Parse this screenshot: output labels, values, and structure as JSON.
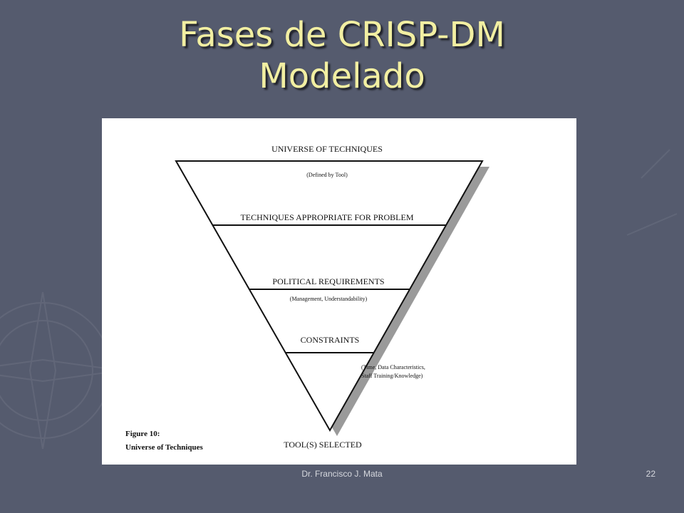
{
  "slide": {
    "title_line1": "Fases de CRISP-DM",
    "title_line2": "Modelado",
    "footer_author": "Dr. Francisco J. Mata",
    "page_number": "22",
    "colors": {
      "background": "#555b6e",
      "title": "#f2efa2",
      "panel": "#ffffff"
    }
  },
  "figure": {
    "levels": [
      {
        "label": "UNIVERSE OF TECHNIQUES",
        "note": "(Defined by Tool)"
      },
      {
        "label": "TECHNIQUES APPROPRIATE FOR PROBLEM",
        "note": ""
      },
      {
        "label": "POLITICAL REQUIREMENTS",
        "note": "(Management, Understandability)"
      },
      {
        "label": "CONSTRAINTS",
        "note_line1": "(Time, Data Characteristics,",
        "note_line2": "Staff Training/Knowledge)"
      }
    ],
    "bottom_label": "TOOL(S) SELECTED",
    "caption_line1": "Figure 10:",
    "caption_line2": "Universe of Techniques"
  }
}
